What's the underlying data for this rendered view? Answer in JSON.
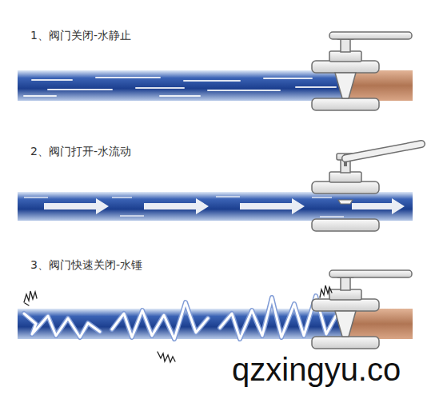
{
  "diagram": {
    "labels": [
      "1、阀门关闭-水静止",
      "2、阀门打开-水流动",
      "3、阀门快速关闭-水锤",
      "qzxingyu.co"
    ]
  }
}
